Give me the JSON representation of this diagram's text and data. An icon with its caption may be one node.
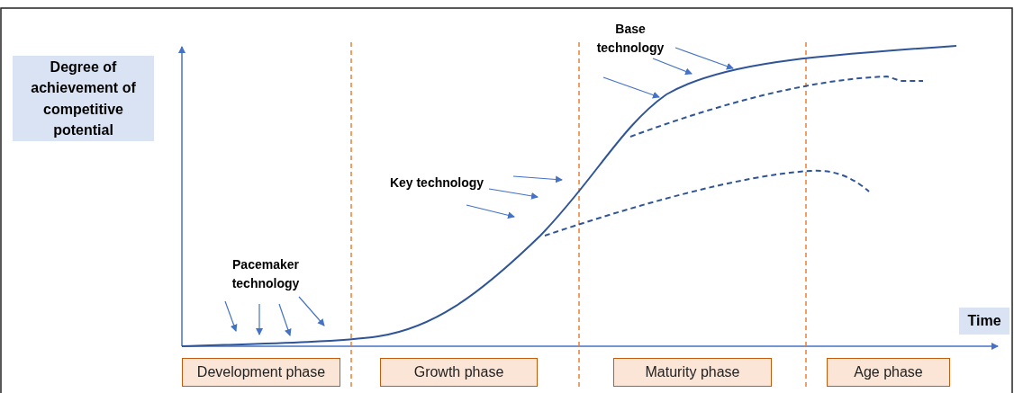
{
  "diagram": {
    "nodes": [
      {
        "text": [
          "Degree of achievement of competitive potential"
        ]
      },
      {
        "text": [
          "Time"
        ]
      },
      {
        "text": [
          "Development phase"
        ]
      },
      {
        "text": [
          "Growth phase"
        ]
      },
      {
        "text": [
          "Maturity phase"
        ]
      },
      {
        "text": [
          "Age phase"
        ]
      }
    ],
    "labels": [
      "Base technology",
      "Key technology",
      "Pacemaker technology"
    ]
  }
}
